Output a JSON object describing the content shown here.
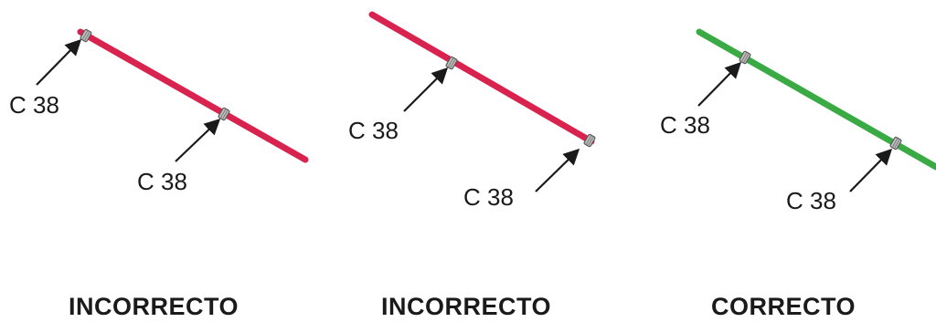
{
  "colors": {
    "incorrect_bar": "#d8234f",
    "correct_bar": "#3aaa45",
    "clip_body": "#bfbfbf",
    "clip_edge": "#5a5a5a",
    "arrow": "#1a1a1a"
  },
  "panels": [
    {
      "bar_status": "incorrect",
      "clips": [
        {
          "label": "C 38",
          "position": "bar-start"
        },
        {
          "label": "C 38",
          "position": "mid-bar"
        }
      ],
      "verdict": "INCORRECTO"
    },
    {
      "bar_status": "incorrect",
      "clips": [
        {
          "label": "C 38",
          "position": "mid-bar"
        },
        {
          "label": "C 38",
          "position": "bar-end"
        }
      ],
      "verdict": "INCORRECTO"
    },
    {
      "bar_status": "correct",
      "clips": [
        {
          "label": "C 38",
          "position": "inset-from-start"
        },
        {
          "label": "C 38",
          "position": "inset-from-end"
        }
      ],
      "verdict": "CORRECTO"
    }
  ]
}
